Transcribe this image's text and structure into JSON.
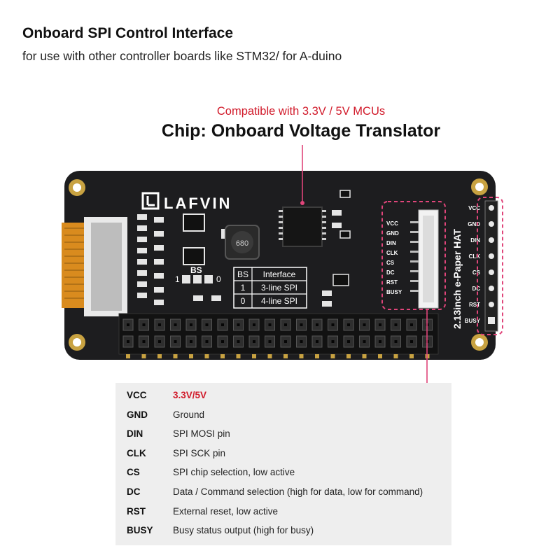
{
  "heading": "Onboard SPI Control Interface",
  "subheading": "for use with other controller boards like STM32/ for A-duino",
  "callout": {
    "compat_text": "Compatible with 3.3V / 5V MCUs",
    "chip_title": "Chip: Onboard Voltage Translator"
  },
  "board": {
    "brand": "LAFVIN",
    "model_text": "2.13inch e-Paper HAT",
    "bs_label": "BS",
    "bs_left": "1",
    "bs_right": "0",
    "inductor_code": "680",
    "bs_table": {
      "headers": [
        "BS",
        "Interface"
      ],
      "rows": [
        [
          "1",
          "3-line SPI"
        ],
        [
          "0",
          "4-line SPI"
        ]
      ]
    },
    "connector_labels": [
      "VCC",
      "GND",
      "DIN",
      "CLK",
      "CS",
      "DC",
      "RST",
      "BUSY"
    ],
    "header_labels": [
      "VCC",
      "GND",
      "DIN",
      "CLK",
      "CS",
      "DC",
      "RST",
      "BUSY"
    ]
  },
  "pin_table": [
    {
      "name": "VCC",
      "desc": "3.3V/5V"
    },
    {
      "name": "GND",
      "desc": "Ground"
    },
    {
      "name": "DIN",
      "desc": "SPI MOSI pin"
    },
    {
      "name": "CLK",
      "desc": "SPI SCK pin"
    },
    {
      "name": "CS",
      "desc": "SPI chip selection, low active"
    },
    {
      "name": "DC",
      "desc": "Data / Command selection (high for data, low for command)"
    },
    {
      "name": "RST",
      "desc": "External reset, low active"
    },
    {
      "name": "BUSY",
      "desc": "Busy status output (high for busy)"
    }
  ],
  "colors": {
    "accent": "#d11a2a",
    "pcb": "#1d1d1f",
    "callout_pink": "#e0457a",
    "table_bg": "#eeeeee",
    "gold": "#c8a241"
  }
}
